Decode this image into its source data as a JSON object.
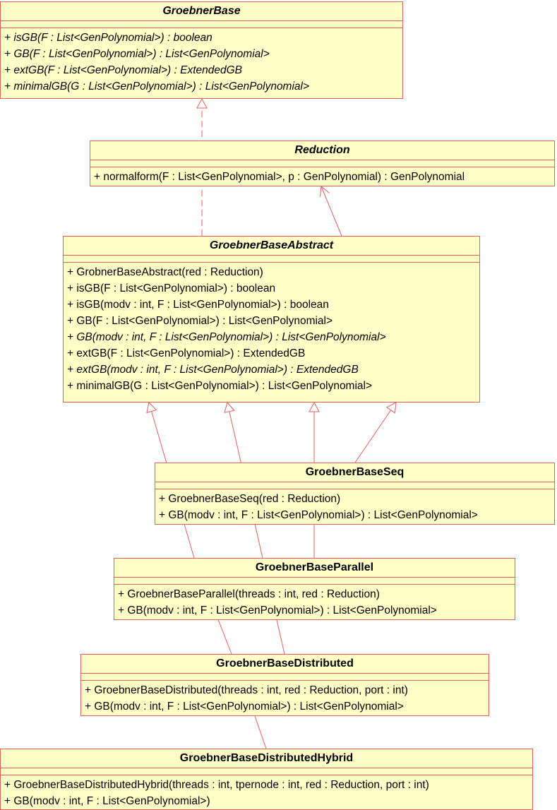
{
  "colors": {
    "fill": "#ffffc8",
    "line": "#e0605a"
  },
  "classes": [
    {
      "id": "groebner-base",
      "name": "GroebnerBase",
      "abstract": true,
      "operations": [
        {
          "text": "+ isGB(F : List<GenPolynomial>) : boolean",
          "italic": true
        },
        {
          "text": "+ GB(F : List<GenPolynomial>) : List<GenPolynomial>",
          "italic": true
        },
        {
          "text": "+ extGB(F : List<GenPolynomial>) : ExtendedGB",
          "italic": true
        },
        {
          "text": "+ minimalGB(G : List<GenPolynomial>) : List<GenPolynomial>",
          "italic": true
        }
      ]
    },
    {
      "id": "reduction",
      "name": "Reduction",
      "abstract": true,
      "operations": [
        {
          "text": "+ normalform(F : List<GenPolynomial>, p : GenPolynomial) : GenPolynomial",
          "italic": false
        }
      ]
    },
    {
      "id": "groebner-base-abstract",
      "name": "GroebnerBaseAbstract",
      "abstract": true,
      "operations": [
        {
          "text": "+ GrobnerBaseAbstract(red : Reduction)",
          "italic": false
        },
        {
          "text": "+ isGB(F : List<GenPolynomial>) : boolean",
          "italic": false
        },
        {
          "text": "+ isGB(modv : int, F : List<GenPolynomial>) : boolean",
          "italic": false
        },
        {
          "text": "+ GB(F : List<GenPolynomial>) : List<GenPolynomial>",
          "italic": false
        },
        {
          "text": "+ GB(modv : int, F : List<GenPolynomial>) : List<GenPolynomial>",
          "italic": true
        },
        {
          "text": "+ extGB(F : List<GenPolynomial>) : ExtendedGB",
          "italic": false
        },
        {
          "text": "+ extGB(modv : int, F : List<GenPolynomial>) : ExtendedGB",
          "italic": true
        },
        {
          "text": "+ minimalGB(G : List<GenPolynomial>) : List<GenPolynomial>",
          "italic": false
        }
      ]
    },
    {
      "id": "groebner-base-seq",
      "name": "GroebnerBaseSeq",
      "abstract": false,
      "operations": [
        {
          "text": "+ GroebnerBaseSeq(red : Reduction)",
          "italic": false
        },
        {
          "text": "+ GB(modv : int, F : List<GenPolynomial>) : List<GenPolynomial>",
          "italic": false
        }
      ]
    },
    {
      "id": "groebner-base-parallel",
      "name": "GroebnerBaseParallel",
      "abstract": false,
      "operations": [
        {
          "text": "+ GroebnerBaseParallel(threads : int, red : Reduction)",
          "italic": false
        },
        {
          "text": "+ GB(modv : int, F : List<GenPolynomial>) : List<GenPolynomial>",
          "italic": false
        }
      ]
    },
    {
      "id": "groebner-base-distributed",
      "name": "GroebnerBaseDistributed",
      "abstract": false,
      "operations": [
        {
          "text": "+ GroebnerBaseDistributed(threads : int, red : Reduction, port : int)",
          "italic": false
        },
        {
          "text": "+ GB(modv : int, F : List<GenPolynomial>) : List<GenPolynomial>",
          "italic": false
        }
      ]
    },
    {
      "id": "groebner-base-distributed-hybrid",
      "name": "GroebnerBaseDistributedHybrid",
      "abstract": false,
      "operations": [
        {
          "text": "+ GroebnerBaseDistributedHybrid(threads : int, tpernode : int, red : Reduction, port : int)",
          "italic": false
        },
        {
          "text": "+ GB(modv : int, F : List<GenPolynomial>)",
          "italic": false
        }
      ]
    }
  ],
  "relations": [
    {
      "from": "groebner-base-abstract",
      "to": "groebner-base",
      "kind": "realization"
    },
    {
      "from": "groebner-base-abstract",
      "to": "reduction",
      "kind": "realization"
    },
    {
      "from": "groebner-base-abstract",
      "to": "reduction",
      "kind": "association"
    },
    {
      "from": "groebner-base-seq",
      "to": "groebner-base-abstract",
      "kind": "generalization"
    },
    {
      "from": "groebner-base-parallel",
      "to": "groebner-base-abstract",
      "kind": "generalization"
    },
    {
      "from": "groebner-base-distributed",
      "to": "groebner-base-abstract",
      "kind": "generalization"
    },
    {
      "from": "groebner-base-distributed-hybrid",
      "to": "groebner-base-abstract",
      "kind": "generalization"
    }
  ]
}
